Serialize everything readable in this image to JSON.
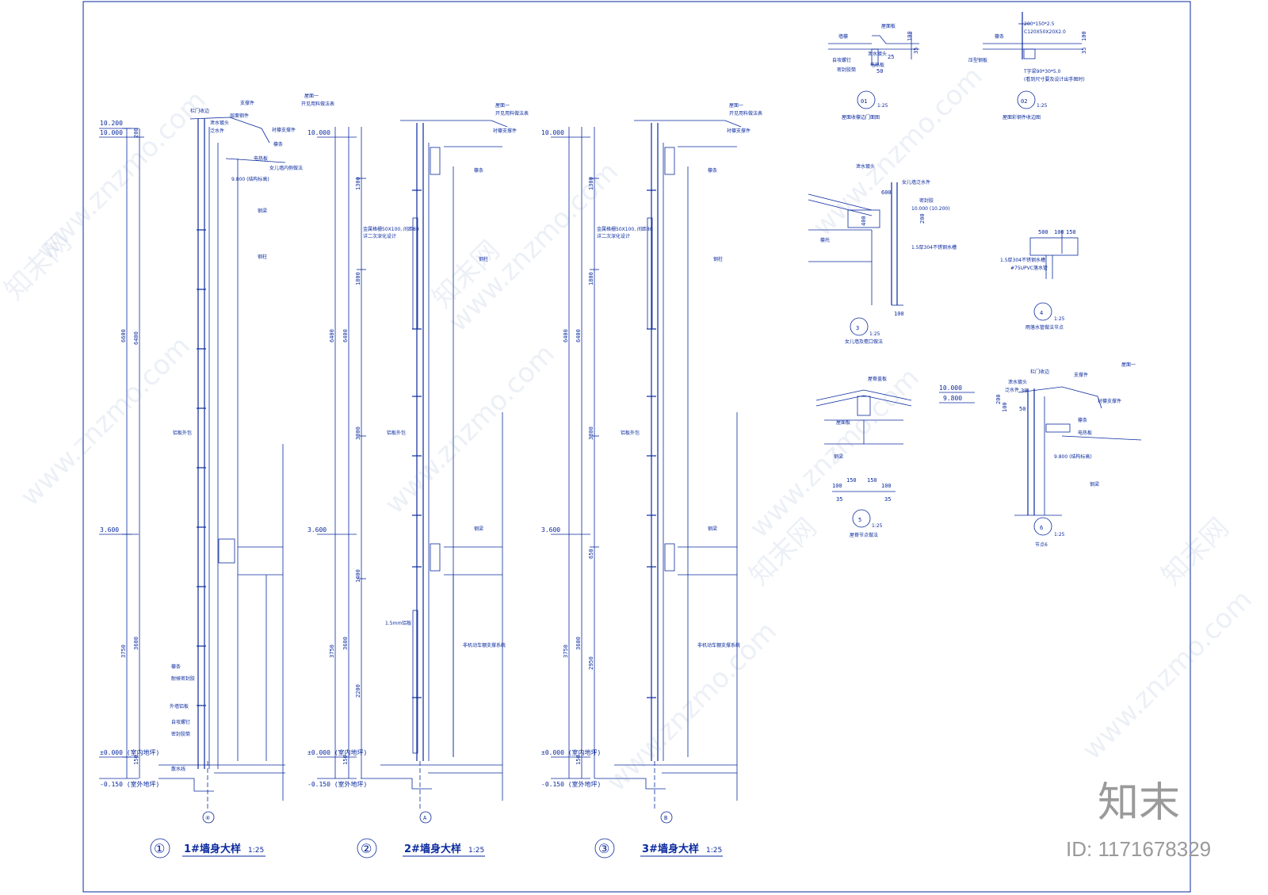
{
  "sections": [
    {
      "number": "①",
      "title": "1#墙身大样",
      "scale": "1:25",
      "axis": "④",
      "levels": [
        "10.200",
        "10.000",
        "3.600",
        "±0.000 (室内地坪)",
        "-0.150 (室外地坪)"
      ],
      "dims_outer": [
        "6600",
        "3750"
      ],
      "dims_inner": [
        "200",
        "6400",
        "3600",
        "150"
      ],
      "notes": [
        "栏门收边",
        "泄水镀头",
        "泛水件",
        "支撑件",
        "屋面一",
        "层面钢件",
        "开见用料做法表",
        "衬檩支撑件",
        "檩条",
        "电热板",
        "钢梁",
        "钢柱",
        "铝板外包",
        "女儿墙内侧做法",
        "9.800 (结构标高)",
        "外墙铝板",
        "自攻螺钉",
        "密封胶筒",
        "檩条",
        "耐候密封胶",
        "散水线"
      ]
    },
    {
      "number": "②",
      "title": "2#墙身大样",
      "scale": "1:25",
      "axis": "A",
      "levels": [
        "10.000",
        "3.600",
        "±0.000 (室内地坪)",
        "-0.150 (室外地坪)"
      ],
      "dims_outer": [
        "6400",
        "3750"
      ],
      "dims_inner": [
        "1300",
        "1800",
        "3300",
        "1400",
        "2200",
        "6400",
        "3600",
        "150"
      ],
      "notes": [
        "屋面一",
        "开见用料做法表",
        "衬檩支撑件",
        "檩条",
        "钢梁",
        "钢柱",
        "金属格栅50X100, 间距80",
        "详二次深化设计",
        "铝板外包",
        "1.5mm铝板",
        "非机动车棚支撑系统"
      ]
    },
    {
      "number": "③",
      "title": "3#墙身大样",
      "scale": "1:25",
      "axis": "B",
      "levels": [
        "10.000",
        "3.600",
        "±0.000 (室内地坪)",
        "-0.150 (室外地坪)"
      ],
      "dims_outer": [
        "6400",
        "3750"
      ],
      "dims_inner": [
        "1300",
        "1800",
        "3300",
        "650",
        "2950",
        "6400",
        "3600",
        "150"
      ],
      "notes": [
        "屋面一",
        "开见用料做法表",
        "衬檩支撑件",
        "檩条",
        "钢梁",
        "钢柱",
        "金属格栅50X100, 间距80",
        "详二次深化设计",
        "铝板外包",
        "非机动车棚支撑系统"
      ]
    }
  ],
  "details": [
    {
      "number": "01",
      "scale": "1:25",
      "caption": "屋面收檩边门面图",
      "dims": [
        "100",
        "35",
        "50",
        "25"
      ],
      "notes": [
        "墙檩",
        "自攻螺钉",
        "密封胶筒",
        "泄水镀头",
        "电热板",
        "屋面板"
      ]
    },
    {
      "number": "02",
      "scale": "1:25",
      "caption": "屋面彩钢件收边图",
      "dims": [
        "200*150*2.5",
        "C120X50X20X2.0",
        "T字梁90*30*5.0",
        "100",
        "35"
      ],
      "notes": [
        "檩条",
        "压型钢板",
        "(看到尺寸要及设计出手图时)"
      ]
    },
    {
      "number": "3",
      "scale": "1:25",
      "caption": "女儿墙及檐口做法",
      "levels": [
        "10.000 (10.200)"
      ],
      "dims": [
        "600",
        "200",
        "400",
        "100"
      ],
      "notes": [
        "女儿墙泛水件",
        "泄水镀头",
        "密封胶",
        "1.5厚304不锈钢水槽",
        "檩托"
      ]
    },
    {
      "number": "4",
      "scale": "1:25",
      "caption": "雨落水管做法节点",
      "dims": [
        "500",
        "100",
        "150"
      ],
      "notes": [
        "#75UPVC落水管",
        "1.5厚304不锈钢水槽"
      ]
    },
    {
      "number": "5",
      "scale": "1:25",
      "caption": "屋脊节点做法",
      "dims": [
        "100",
        "150",
        "150",
        "100",
        "35",
        "35"
      ],
      "notes": [
        "屋脊盖板",
        "屋面板",
        "钢梁"
      ]
    },
    {
      "number": "6",
      "scale": "1:25",
      "caption": "节点6",
      "levels": [
        "10.000",
        "9.800"
      ],
      "dims": [
        "200",
        "100",
        "50",
        "30"
      ],
      "notes": [
        "栏门收边",
        "泄水镀头",
        "泛水件",
        "支撑件",
        "屋面一",
        "衬檩支撑件",
        "檩条",
        "电热板",
        "钢梁",
        "9.800 (结构标高)"
      ]
    }
  ],
  "watermark": {
    "site": "www.znzmo.com",
    "brand": "知末网",
    "logo_text": "知末",
    "id_text": "ID: 1171678329"
  },
  "colors": {
    "line": "#0a2a9e",
    "watermark": "#9a9a9a"
  }
}
